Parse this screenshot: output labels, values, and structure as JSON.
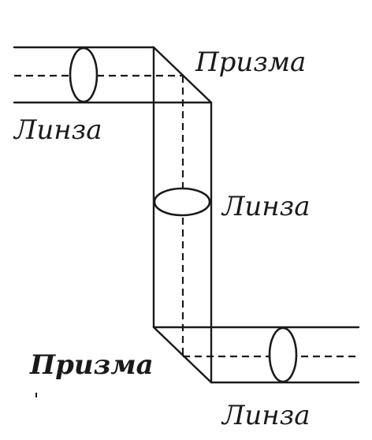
{
  "labels": {
    "prism_top": "Призма",
    "lens_top": "Линза",
    "lens_middle": "Линза",
    "prism_bottom": "Призма",
    "lens_bottom": "Линза"
  }
}
